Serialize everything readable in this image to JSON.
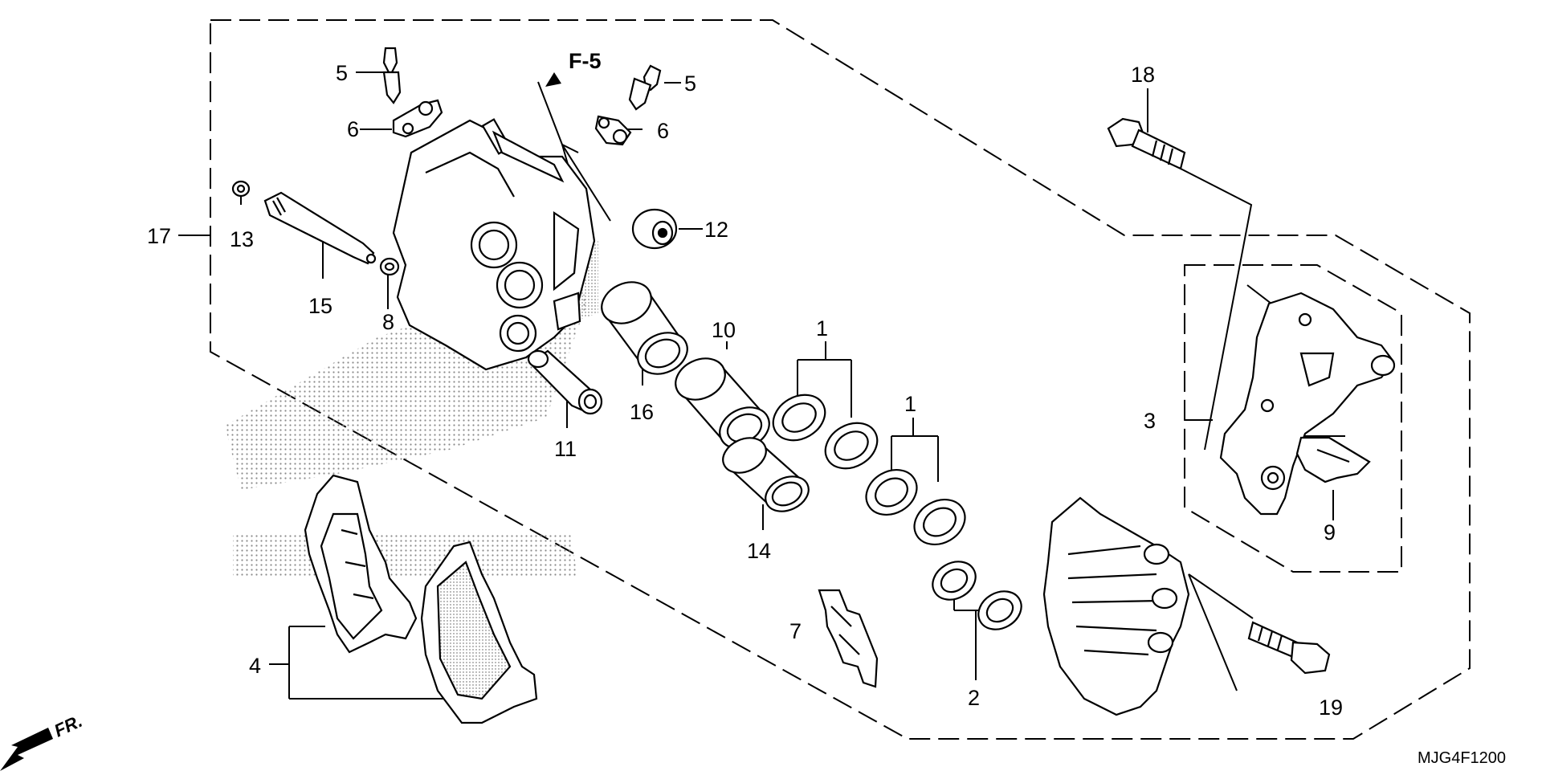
{
  "diagram": {
    "code": "MJG4F1200",
    "direction_label": "FR.",
    "ref_label": "F-5"
  },
  "callouts": [
    {
      "n": "1"
    },
    {
      "n": "1"
    },
    {
      "n": "2"
    },
    {
      "n": "3"
    },
    {
      "n": "4"
    },
    {
      "n": "5"
    },
    {
      "n": "5"
    },
    {
      "n": "6"
    },
    {
      "n": "6"
    },
    {
      "n": "7"
    },
    {
      "n": "8"
    },
    {
      "n": "9"
    },
    {
      "n": "10"
    },
    {
      "n": "11"
    },
    {
      "n": "12"
    },
    {
      "n": "13"
    },
    {
      "n": "14"
    },
    {
      "n": "15"
    },
    {
      "n": "16"
    },
    {
      "n": "17"
    },
    {
      "n": "18"
    },
    {
      "n": "19"
    }
  ],
  "colors": {
    "line": "#000000",
    "stipple": "#8a8a8a",
    "background": "#ffffff"
  }
}
